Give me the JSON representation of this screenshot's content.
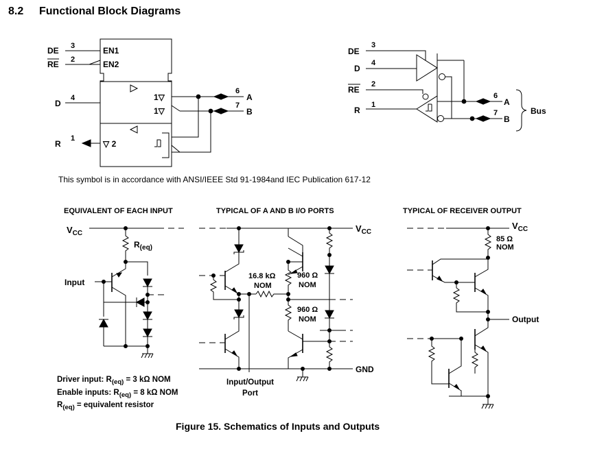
{
  "section": {
    "number": "8.2",
    "title": "Functional Block Diagrams"
  },
  "block1": {
    "pins": {
      "de": {
        "name": "DE",
        "number": "3"
      },
      "re": {
        "name": "RE",
        "number": "2"
      },
      "d": {
        "name": "D",
        "number": "4"
      },
      "r": {
        "name": "R",
        "number": "1"
      },
      "a": {
        "name": "A",
        "number": "6"
      },
      "b": {
        "name": "B",
        "number": "7"
      }
    },
    "labels": {
      "en1": "EN1",
      "en2": "EN2",
      "out1a": "1▽",
      "out1b": "1▽",
      "rx": "▽ 2"
    }
  },
  "block2": {
    "pins": {
      "de": {
        "name": "DE",
        "number": "3"
      },
      "d": {
        "name": "D",
        "number": "4"
      },
      "re": {
        "name": "RE",
        "number": "2"
      },
      "r": {
        "name": "R",
        "number": "1"
      },
      "a": {
        "name": "A",
        "number": "6"
      },
      "b": {
        "name": "B",
        "number": "7"
      }
    },
    "bus_label": "Bus"
  },
  "symbol_note": "This symbol is in accordance with ANSI/IEEE Std 91-1984and IEC Publication 617-12",
  "schematic_input": {
    "heading": "EQUIVALENT OF EACH INPUT",
    "vcc": "V",
    "vcc_sub": "CC",
    "req": "R",
    "req_sub": "(eq)",
    "input_label": "Input",
    "notes": [
      {
        "pre": "Driver input: R",
        "sub": "(eq)",
        "post": " = 3 kΩ NOM"
      },
      {
        "pre": "Enable inputs: R",
        "sub": "(eq)",
        "post": " = 8 kΩ NOM"
      },
      {
        "pre": "R",
        "sub": "(eq)",
        "post": " = equivalent resistor"
      }
    ]
  },
  "schematic_io": {
    "heading": "TYPICAL OF A AND B I/O PORTS",
    "vcc": "V",
    "vcc_sub": "CC",
    "r1": "16.8 kΩ",
    "r1_nom": "NOM",
    "r2": "960 Ω",
    "r2_nom": "NOM",
    "r3": "960 Ω",
    "r3_nom": "NOM",
    "gnd": "GND",
    "port_label_1": "Input/Output",
    "port_label_2": "Port"
  },
  "schematic_output": {
    "heading": "TYPICAL OF RECEIVER OUTPUT",
    "vcc": "V",
    "vcc_sub": "CC",
    "r1": "85 Ω",
    "r1_nom": "NOM",
    "output_label": "Output"
  },
  "figure_caption": "Figure 15.  Schematics of Inputs and Outputs"
}
